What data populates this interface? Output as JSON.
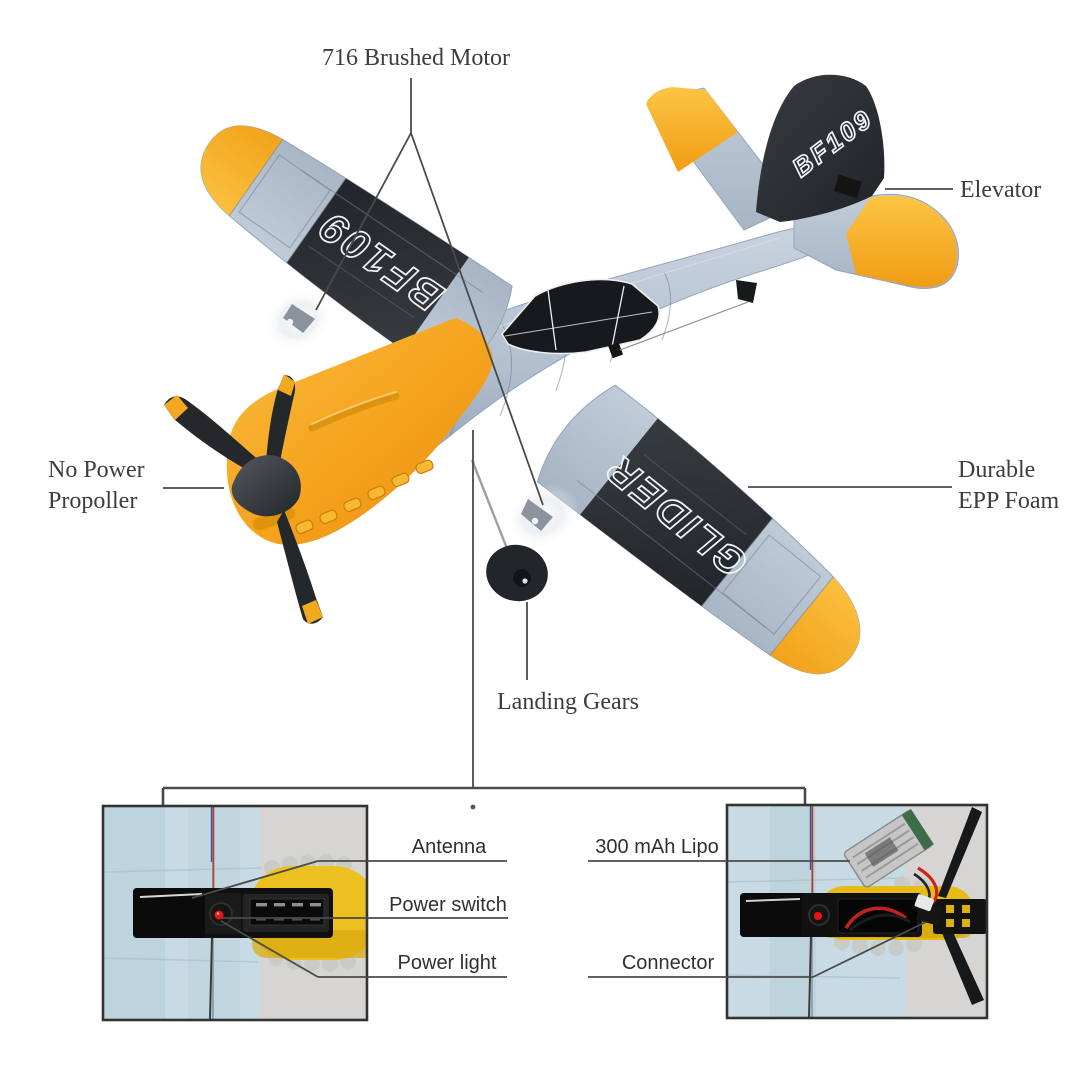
{
  "page": {
    "background": "#ffffff",
    "type": "product-callout-diagram",
    "subject": "BF109 RC airplane parts diagram"
  },
  "plane": {
    "wing_marking_left": "BF109",
    "wing_marking_right": "GLIDER",
    "tail_marking": "BF109"
  },
  "callouts": {
    "motor": "716 Brushed Motor",
    "elevator": "Elevator",
    "propeller_line1": "No Power",
    "propeller_line2": "Propoller",
    "foam_line1": "Durable",
    "foam_line2": "EPP Foam",
    "landing_gears": "Landing Gears"
  },
  "insets": {
    "left": {
      "antenna": "Antenna",
      "power_switch": "Power switch",
      "power_light": "Power light"
    },
    "right": {
      "battery": "300 mAh Lipo",
      "connector": "Connector"
    }
  },
  "colors": {
    "accent_yellow": "#f2a81e",
    "airframe_gray": "#b6c2d0",
    "panel_black": "#2f3337",
    "foam_blue": "#c8dbe4",
    "led_red": "#ee1111",
    "callout_line": "#4a4a4a"
  }
}
